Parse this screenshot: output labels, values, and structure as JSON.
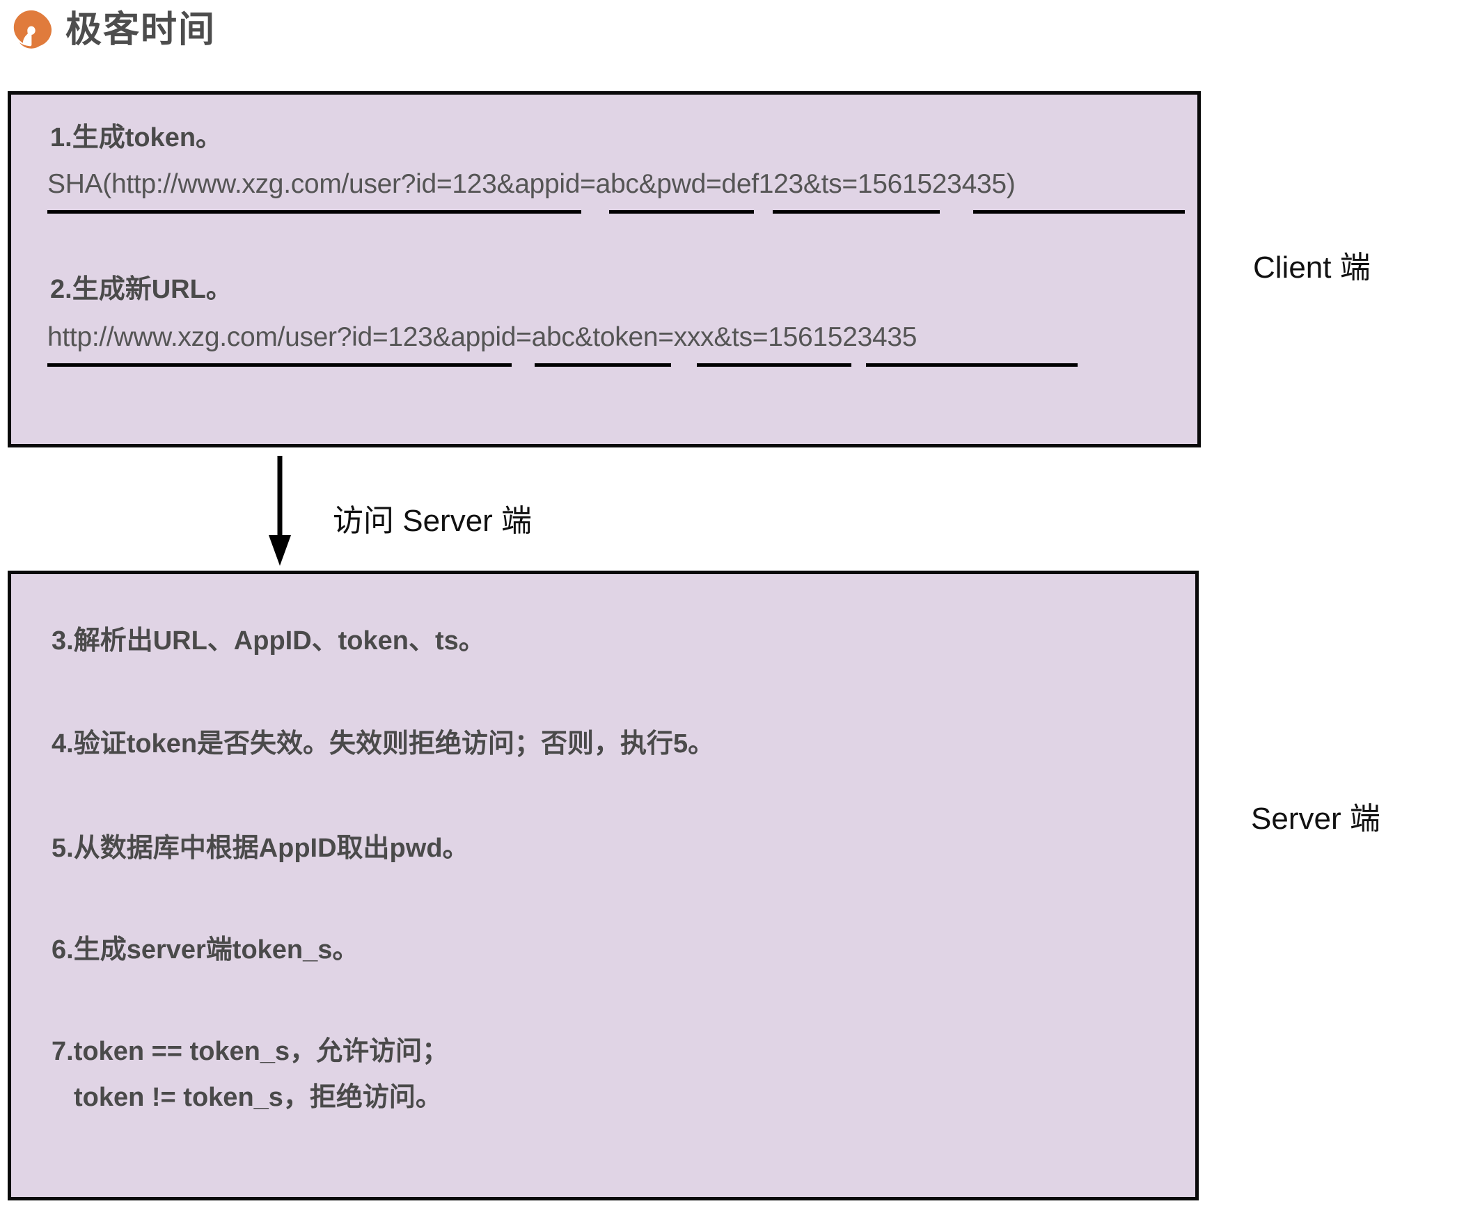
{
  "brand": {
    "name": "极客时间",
    "logo_icon": "geektime-logo-icon",
    "logo_color": "#e07b3c",
    "text_color": "#4d4d4d"
  },
  "theme": {
    "panel_fill": "#e0d4e5",
    "panel_border": "#0a0a0a",
    "body_text": "#4a4a4a",
    "url_text": "#555555",
    "label_text": "#111111"
  },
  "client": {
    "side_label": "Client 端",
    "steps": [
      {
        "title": "1.生成token。",
        "url": "SHA(http://www.xzg.com/user?id=123&appid=abc&pwd=def123&ts=1561523435)",
        "underlined_parts": [
          "http://www.xzg.com/user?id=123",
          "appid=abc",
          "pwd=def123",
          "ts=1561523435"
        ]
      },
      {
        "title": "2.生成新URL。",
        "url": "http://www.xzg.com/user?id=123&appid=abc&token=xxx&ts=1561523435",
        "underlined_parts": [
          "http://www.xzg.com/user?id=123",
          "appid=abc",
          "token=xxx",
          "ts=1561523435"
        ]
      }
    ]
  },
  "flow": {
    "label": "访问 Server 端",
    "arrow_icon": "arrow-down-icon"
  },
  "server": {
    "side_label": "Server 端",
    "steps": [
      "3.解析出URL、AppID、token、ts。",
      "4.验证token是否失效。失效则拒绝访问；否则，执行5。",
      "5.从数据库中根据AppID取出pwd。",
      "6.生成server端token_s。",
      "7.token == token_s，允许访问；",
      "token != token_s，拒绝访问。"
    ]
  }
}
